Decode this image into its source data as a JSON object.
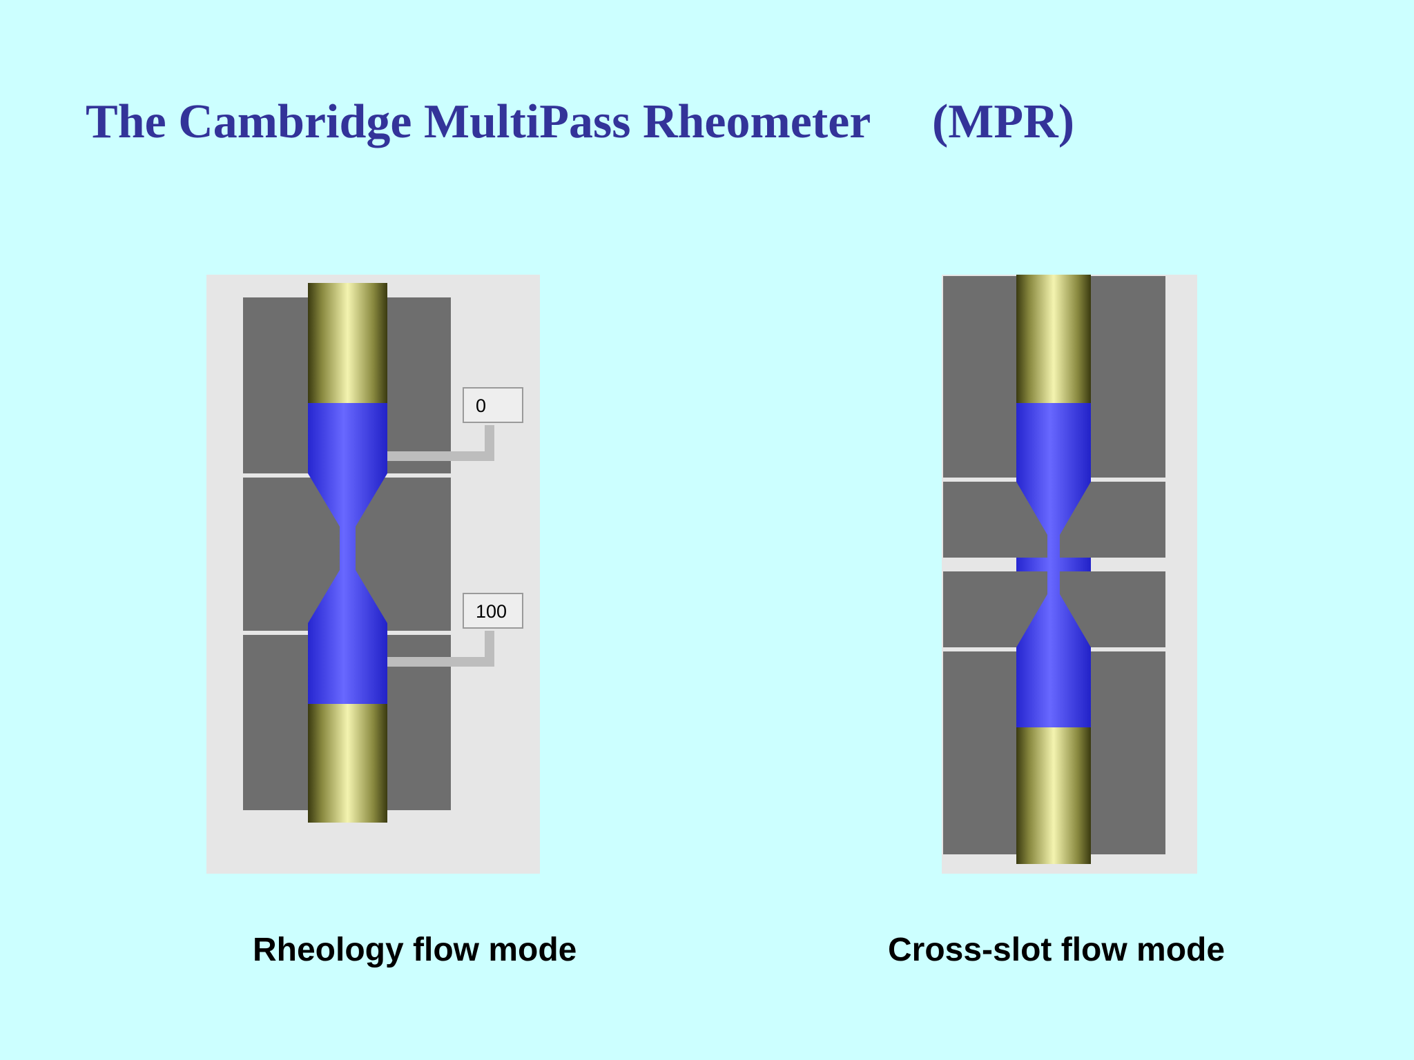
{
  "slide": {
    "title": "The Cambridge MultiPass Rheometer",
    "title_suffix": "(MPR)"
  },
  "left_diagram": {
    "caption": "Rheology flow mode",
    "top_transducer_label": "0",
    "bottom_transducer_label": "100"
  },
  "right_diagram": {
    "caption": "Cross-slot flow mode"
  },
  "colors": {
    "background": "#ccffff",
    "title": "#333399",
    "fluid": "#4a4aff",
    "piston": "#e8e890",
    "housing": "#6e6e6e",
    "frame": "#e6e6e6"
  }
}
